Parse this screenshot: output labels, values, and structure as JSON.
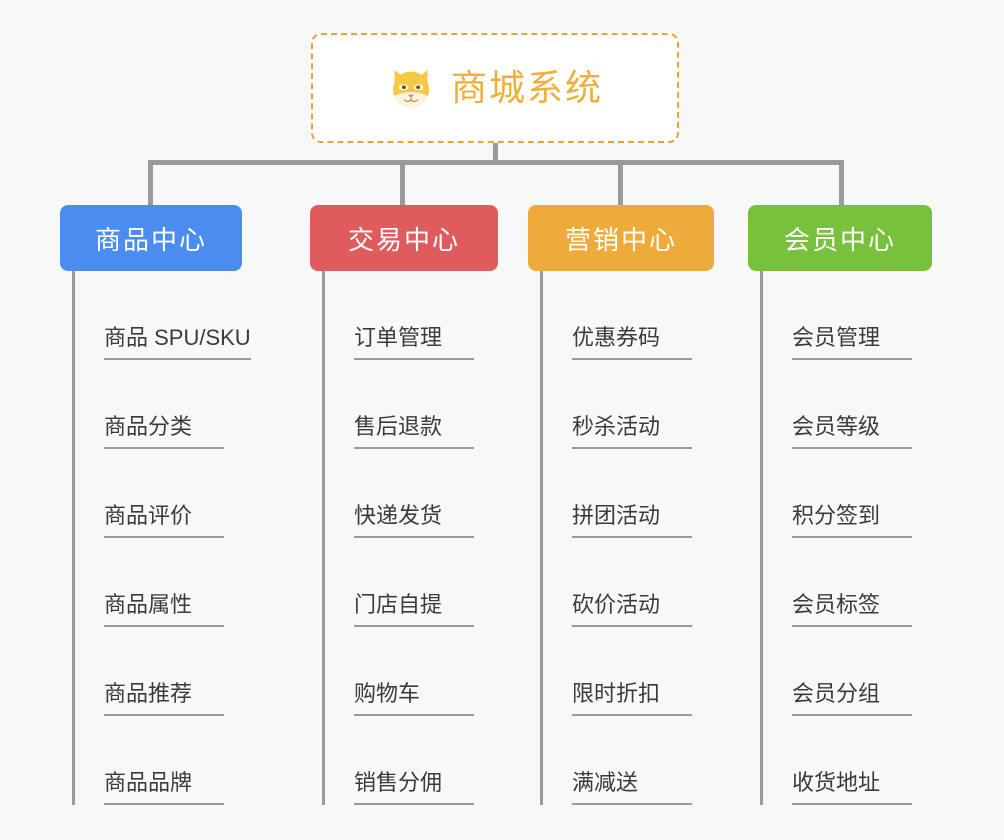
{
  "background_color": "#f8f8f8",
  "root": {
    "title": "商城系统",
    "icon": "dog-face-icon",
    "text_color": "#efb03a",
    "border_color": "#e8a33d",
    "background": "#ffffff"
  },
  "connector_color": "#9a9a9a",
  "branches": [
    {
      "id": "product-center",
      "label": "商品中心",
      "color": "#4a8cf0",
      "items": [
        "商品 SPU/SKU",
        "商品分类",
        "商品评价",
        "商品属性",
        "商品推荐",
        "商品品牌"
      ]
    },
    {
      "id": "trade-center",
      "label": "交易中心",
      "color": "#e05b5b",
      "items": [
        "订单管理",
        "售后退款",
        "快递发货",
        "门店自提",
        "购物车",
        "销售分佣"
      ]
    },
    {
      "id": "marketing-center",
      "label": "营销中心",
      "color": "#eeab3c",
      "items": [
        "优惠券码",
        "秒杀活动",
        "拼团活动",
        "砍价活动",
        "限时折扣",
        "满减送"
      ]
    },
    {
      "id": "member-center",
      "label": "会员中心",
      "color": "#77c13c",
      "items": [
        "会员管理",
        "会员等级",
        "积分签到",
        "会员标签",
        "会员分组",
        "收货地址"
      ]
    }
  ]
}
